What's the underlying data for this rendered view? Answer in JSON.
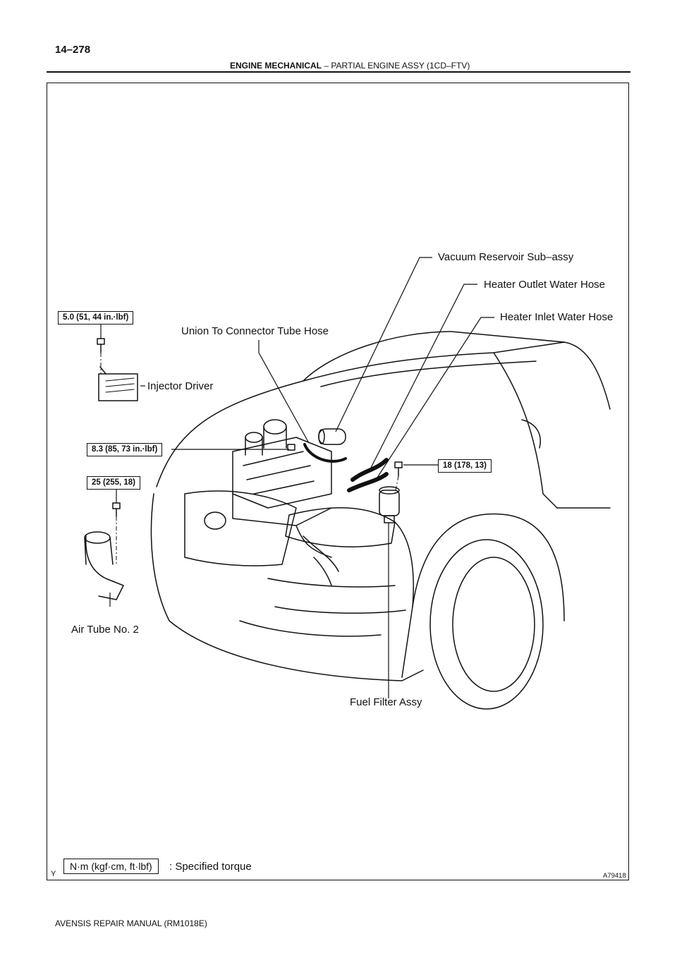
{
  "header": {
    "page_number": "14–278",
    "section": "ENGINE MECHANICAL",
    "separator": "–",
    "subsection": "PARTIAL ENGINE ASSY (1CD–FTV)"
  },
  "callouts": {
    "vacuum_reservoir": "Vacuum Reservoir Sub–assy",
    "heater_outlet": "Heater Outlet Water Hose",
    "heater_inlet": "Heater Inlet Water Hose",
    "union_tube_hose": "Union To Connector Tube Hose",
    "injector_driver": "Injector Driver",
    "air_tube": "Air Tube No. 2",
    "fuel_filter": "Fuel Filter Assy"
  },
  "torques": {
    "injector_bolt": "5.0 (51, 44 in.·lbf)",
    "union_bolt": "8.3 (85, 73 in.·lbf)",
    "air_tube_bolt": "25 (255, 18)",
    "fuel_filter_bolt": "18 (178, 13)"
  },
  "legend": {
    "unit_box": "N·m (kgf·cm, ft·lbf)",
    "text": ": Specified torque"
  },
  "figure": {
    "corner_mark": "Y",
    "figure_id": "A79418"
  },
  "footer": {
    "manual": "AVENSIS REPAIR MANUAL   (RM1018E)"
  }
}
